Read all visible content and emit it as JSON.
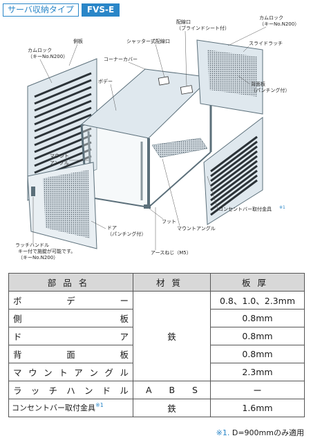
{
  "header": {
    "type_label": "サーバ収納タイプ",
    "model_badge": "FVS-E"
  },
  "diagram_labels": {
    "side_panel": "側板",
    "cam_lock_left": "カムロック",
    "cam_lock_left_key": "（キーNo.N200）",
    "corner_cover": "コーナーカバー",
    "body": "ボデー",
    "shutter_port": "シャッター式配線口",
    "port_top": "配線口",
    "port_top_sub": "（ブラインドシート付）",
    "cam_lock_right": "カムロック",
    "cam_lock_right_key": "（キーNo.N200）",
    "slide_latch": "スライドラッチ",
    "back_panel": "背面板",
    "back_panel_sub": "（パンチング付）",
    "mount_angle_left": "マウント",
    "mount_angle_left_2": "アングル",
    "outlet_bracket": "コンセントバー取付金具",
    "outlet_mark": "※1",
    "door": "ドア",
    "door_sub": "（パンチング付）",
    "foot": "フット",
    "mount_angle_bottom": "マウントアングル",
    "latch_handle": "ラッチハンドル",
    "latch_handle_sub1": "キー付で施錠が可能です。",
    "latch_handle_sub2": "（キーNo.N200）",
    "earth_screw": "アースねじ（M5）"
  },
  "table": {
    "headers": [
      "部品名",
      "材質",
      "板厚"
    ],
    "rows": [
      {
        "part": "ボデー",
        "material": "",
        "thickness": "0.8、1.0、2.3mm"
      },
      {
        "part": "側板",
        "material": "鉄",
        "thickness": "0.8mm"
      },
      {
        "part": "ドア",
        "material": "",
        "thickness": "0.8mm"
      },
      {
        "part": "背面板",
        "material": "",
        "thickness": "0.8mm"
      },
      {
        "part": "マウントアングル",
        "material": "",
        "thickness": "2.3mm"
      },
      {
        "part": "ラッチハンドル",
        "material": "ABS",
        "thickness": "ー"
      },
      {
        "part": "コンセントバー取付金具",
        "part_mark": "※1",
        "material": "鉄",
        "thickness": "1.6mm"
      }
    ]
  },
  "footnote": {
    "mark": "※1.",
    "text": "D=900mmのみ適用"
  },
  "colors": {
    "accent_blue": "#2a86c8",
    "panel": "#dfe8ee",
    "panel_edge": "#5b6f7a",
    "slot": "#2c3338"
  }
}
